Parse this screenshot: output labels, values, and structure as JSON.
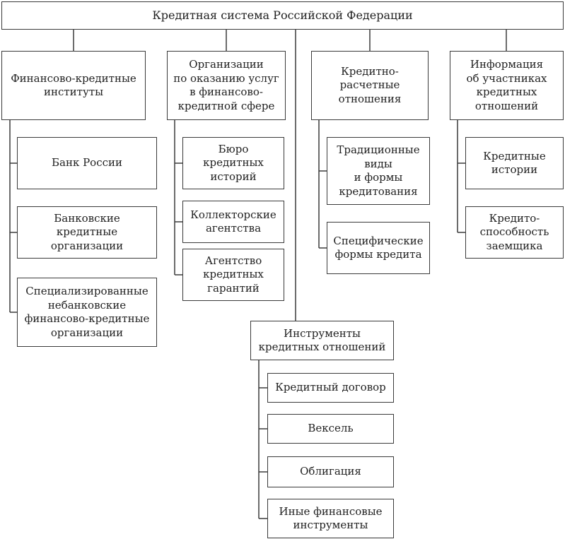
{
  "root": {
    "label": "Кредитная система Российской Федерации"
  },
  "columns": [
    {
      "label": "Финансово-кредитные\nинституты",
      "children": [
        "Банк России",
        "Банковские\nкредитные\nорганизации",
        "Специализированные\nнебанковские\nфинансово-кредитные\nорганизации"
      ]
    },
    {
      "label": "Организации\nпо оказанию услуг\nв финансово-\nкредитной сфере",
      "children": [
        "Бюро\nкредитных\nисторий",
        "Коллекторские\nагентства",
        "Агентство\nкредитных\nгарантий"
      ]
    },
    {
      "label": "Кредитно-\nрасчетные\nотношения",
      "children": [
        "Традиционные\nвиды\nи формы\nкредитования",
        "Специфические\nформы кредита"
      ]
    },
    {
      "label": "Информация\nоб участниках\nкредитных\nотношений",
      "children": [
        "Кредитные\nистории",
        "Кредито-\nспособность\nзаемщика"
      ]
    }
  ],
  "instruments": {
    "label": "Инструменты\nкредитных отношений",
    "children": [
      "Кредитный договор",
      "Вексель",
      "Облигация",
      "Иные финансовые\nинструменты"
    ]
  },
  "colors": {
    "line": "#3a3a3a",
    "border": "#3a3a3a",
    "text": "#222222"
  }
}
